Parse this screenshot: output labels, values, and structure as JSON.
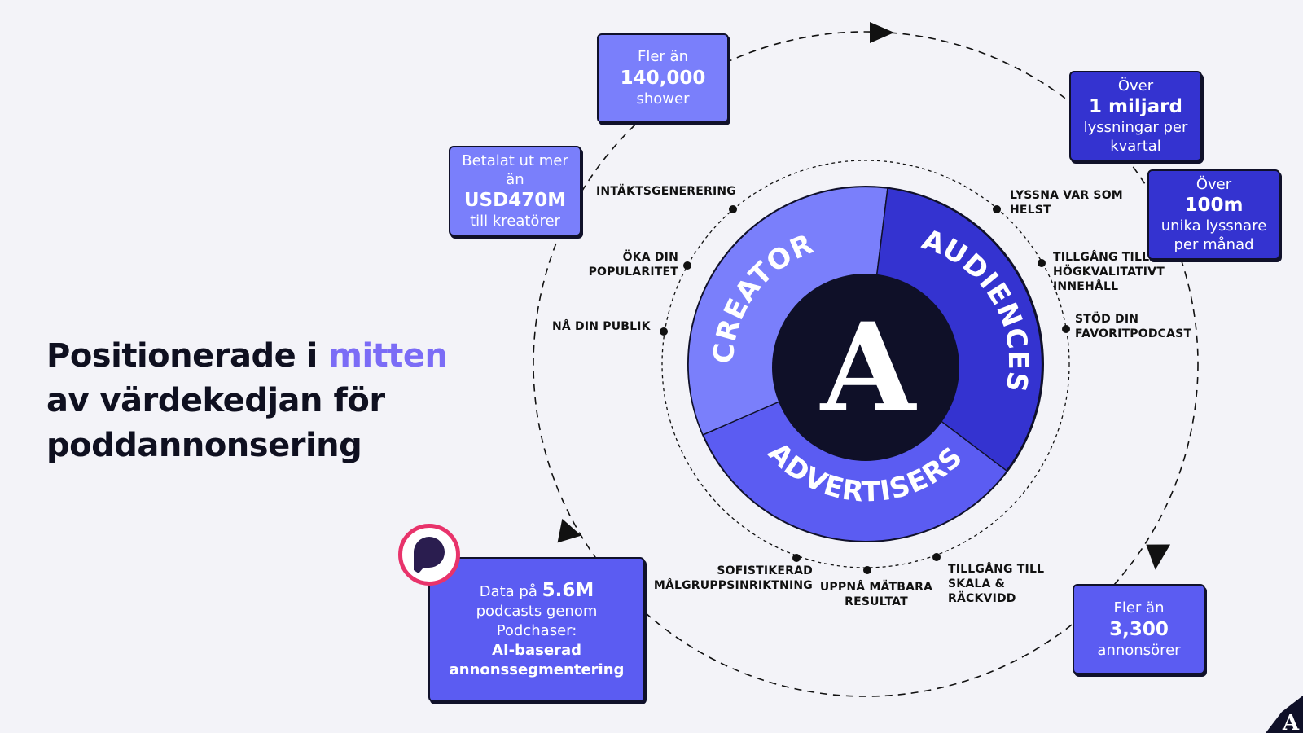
{
  "headline": {
    "line1_pre": "Positionerade i ",
    "line1_accent": "mitten",
    "line2": "av värdekedjan för",
    "line3": "poddannonsering"
  },
  "wheel": {
    "center_glyph": "A",
    "segments": {
      "creators": "CREATORS",
      "audiences": "AUDIENCES",
      "advertisers": "ADVERTISERS"
    }
  },
  "boxes": {
    "shows": {
      "pre": "Fler än",
      "big": "140,000",
      "post": "shower"
    },
    "paid": {
      "pre": "Betalat ut mer än",
      "big": "USD470M",
      "post": "till kreatörer"
    },
    "listens": {
      "pre": "Över",
      "big": "1 miljard",
      "post": "lyssningar per kvartal"
    },
    "listeners": {
      "pre": "Över",
      "big": "100m",
      "post": "unika lyssnare per månad"
    },
    "advertisers": {
      "pre": "Fler än",
      "big": "3,300",
      "post": "annonsörer"
    },
    "data": {
      "pre": "Data på ",
      "big": "5.6M",
      "mid": "podcasts genom Podchaser:",
      "bold": "AI-baserad annonssegmentering"
    }
  },
  "labels": {
    "monetize": "INTÄKTSGENERERING",
    "popularity": "ÖKA DIN\nPOPULARITET",
    "reach_audience": "NÅ DIN PUBLIK",
    "listen_anywhere": "LYSSNA VAR SOM\nHELST",
    "quality_content": "TILLGÅNG TILL\nHÖGKVALITATIVT\nINNEHÅLL",
    "support": "STÖD DIN\nFAVORITPODCAST",
    "targeting": "SOFISTIKERAD\nMÅLGRUPPSINRIKTNING",
    "results": "UPPNÅ MÄTBARA\nRESULTAT",
    "scale": "TILLGÅNG TILL\nSKALA &\nRÄCKVIDD"
  },
  "colors": {
    "light": "#7a7ffb",
    "mid": "#5b5cf2",
    "dark": "#3433d0",
    "navy": "#0f1028",
    "accent_text": "#7b6cf6",
    "podchaser_ring": "#e8336b"
  },
  "icons": {
    "podchaser": "podchaser-logo-icon",
    "brand": "acast-logo-icon"
  }
}
